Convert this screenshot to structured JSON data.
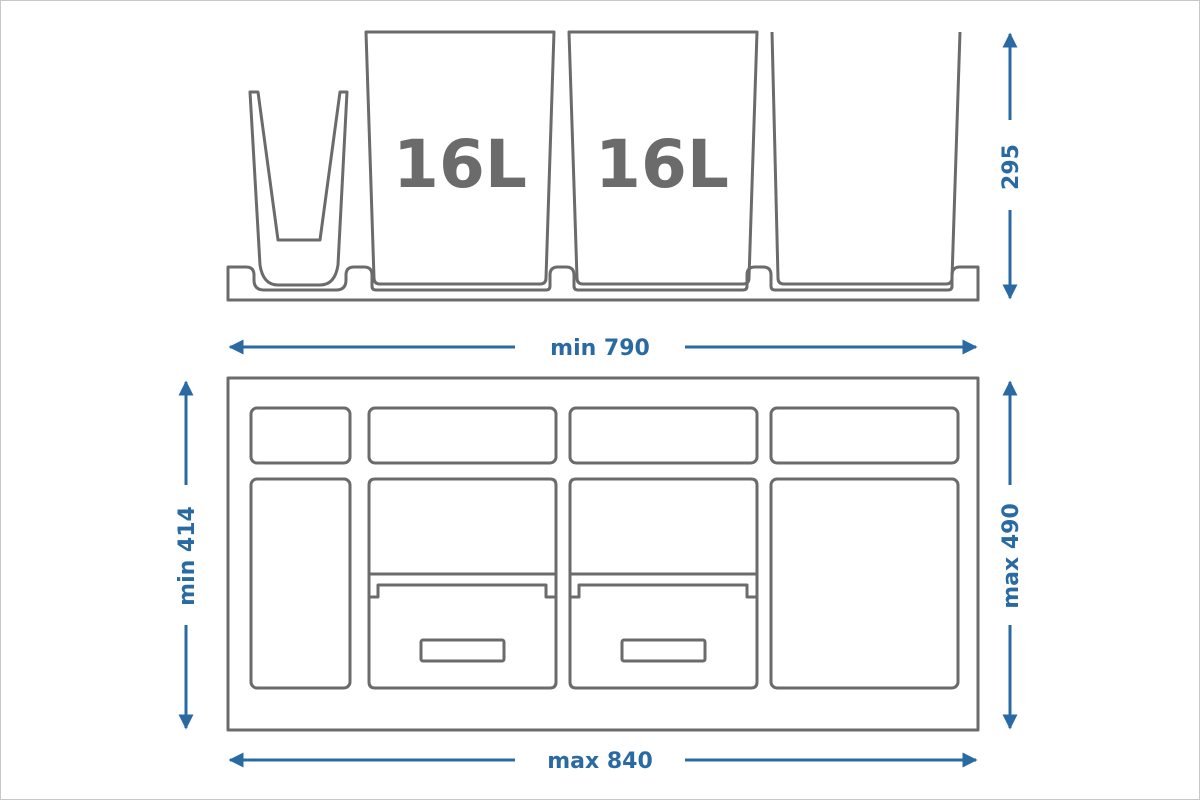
{
  "side_view": {
    "bins": [
      {
        "label": ""
      },
      {
        "label": "16L"
      },
      {
        "label": "16L"
      },
      {
        "label": ""
      }
    ],
    "height_label": "295"
  },
  "top_view": {
    "width_min_label": "min 790",
    "width_max_label": "max 840",
    "depth_min_label": "min 414",
    "depth_max_label": "max 490"
  },
  "colors": {
    "outline": "#6b6b6b",
    "dimension": "#2a6aa3",
    "background": "#ffffff"
  }
}
